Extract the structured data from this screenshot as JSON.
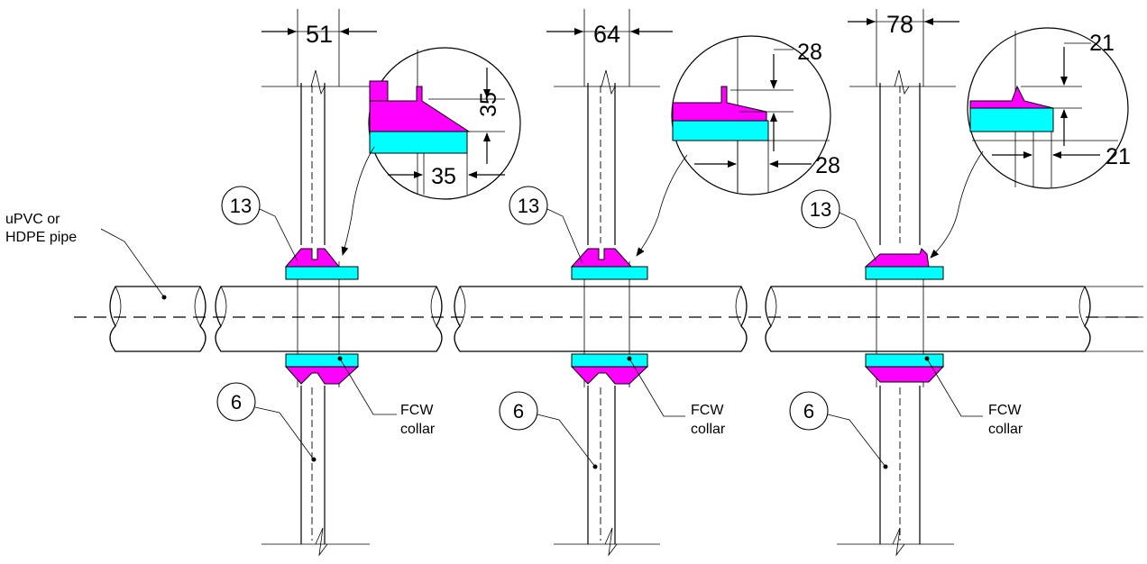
{
  "pipe_label": {
    "line1": "uPVC or",
    "line2": "HDPE pipe"
  },
  "collar_label": {
    "line1": "FCW",
    "line2": "collar"
  },
  "callouts": {
    "sealant": "13",
    "wall": "6"
  },
  "assemblies": [
    {
      "wall_thickness": "51",
      "detail_vertical": "35",
      "detail_horizontal": "35"
    },
    {
      "wall_thickness": "64",
      "detail_vertical": "28",
      "detail_horizontal": "28"
    },
    {
      "wall_thickness": "78",
      "detail_vertical": "21",
      "detail_horizontal": "21"
    }
  ],
  "colors": {
    "collar": "#00ffff",
    "sealant": "#ff00ff"
  }
}
